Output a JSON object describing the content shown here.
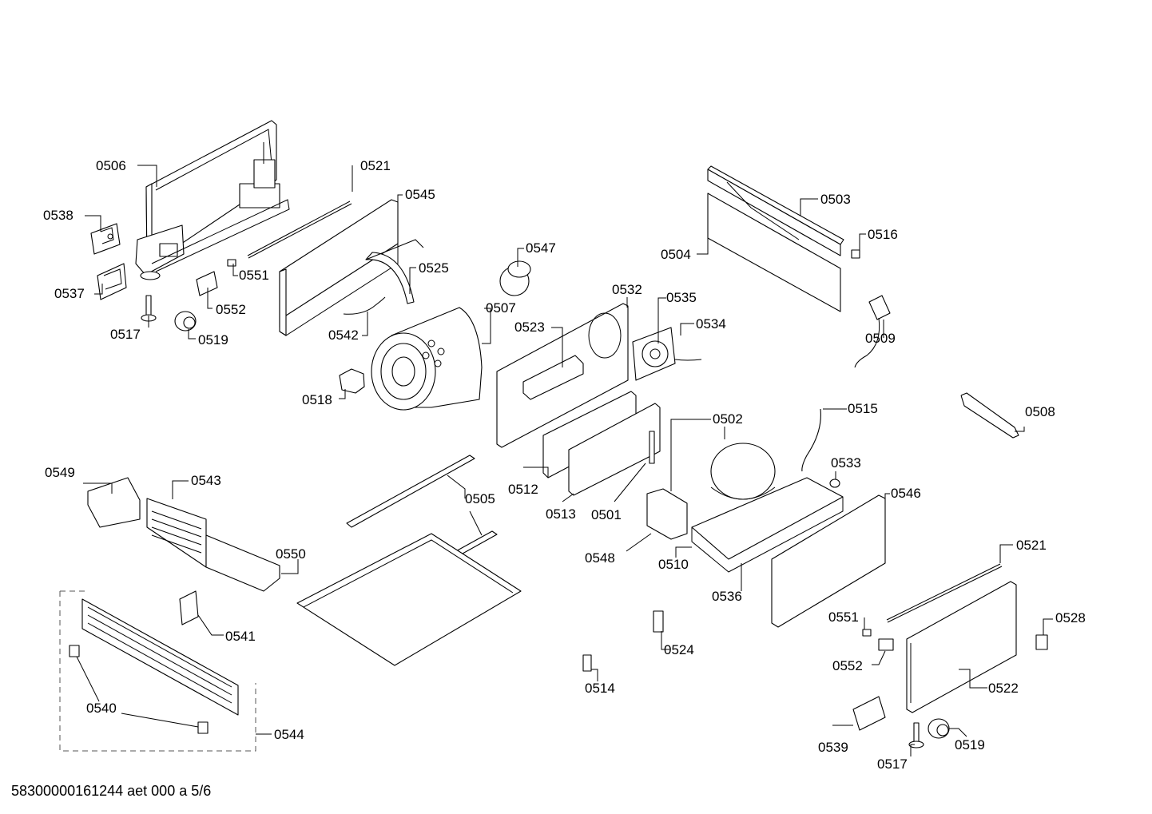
{
  "document_id": "58300000161244 aet 000 a 5/6",
  "labels": {
    "l0506": "0506",
    "l0521a": "0521",
    "l0545": "0545",
    "l0538": "0538",
    "l0537": "0537",
    "l0551a": "0551",
    "l0552a": "0552",
    "l0517a": "0517",
    "l0519a": "0519",
    "l0525": "0525",
    "l0547": "0547",
    "l0542": "0542",
    "l0507": "0507",
    "l0532": "0532",
    "l0535": "0535",
    "l0534": "0534",
    "l0523": "0523",
    "l0518": "0518",
    "l0503": "0503",
    "l0504": "0504",
    "l0516": "0516",
    "l0509": "0509",
    "l0502": "0502",
    "l0515": "0515",
    "l0508": "0508",
    "l0533": "0533",
    "l0546": "0546",
    "l0512": "0512",
    "l0513": "0513",
    "l0501": "0501",
    "l0505": "0505",
    "l0548": "0548",
    "l0510": "0510",
    "l0536": "0536",
    "l0549": "0549",
    "l0543": "0543",
    "l0550": "0550",
    "l0541": "0541",
    "l0540": "0540",
    "l0544": "0544",
    "l0521b": "0521",
    "l0528": "0528",
    "l0551b": "0551",
    "l0552b": "0552",
    "l0522": "0522",
    "l0524": "0524",
    "l0514": "0514",
    "l0539": "0539",
    "l0517b": "0517",
    "l0519b": "0519"
  }
}
